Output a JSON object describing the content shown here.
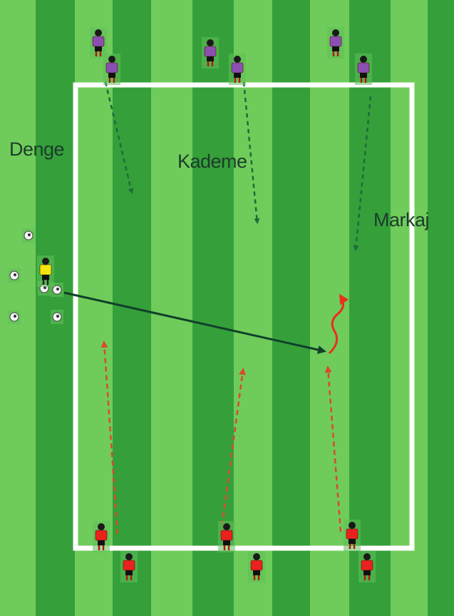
{
  "labels": {
    "denge": "Denge",
    "kademe": "Kademe",
    "markaj": "Markaj"
  },
  "colors": {
    "stripe_light": "#6fcc5a",
    "stripe_dark": "#35a03a",
    "boundary": "#ffffff",
    "attacker_shirt": "#e8221c",
    "defender_shirt": "#8a4fb0",
    "coach_shirt": "#f2e60c",
    "attack_run": "#d9492e",
    "defender_run": "#1f6b3a",
    "pass_line": "#10402a"
  },
  "players": {
    "defenders": 6,
    "attackers": 6,
    "coaches": 1,
    "balls": 6
  },
  "icons": [
    "defender-player-icon",
    "attacker-player-icon",
    "coach-player-icon",
    "ball-icon"
  ]
}
